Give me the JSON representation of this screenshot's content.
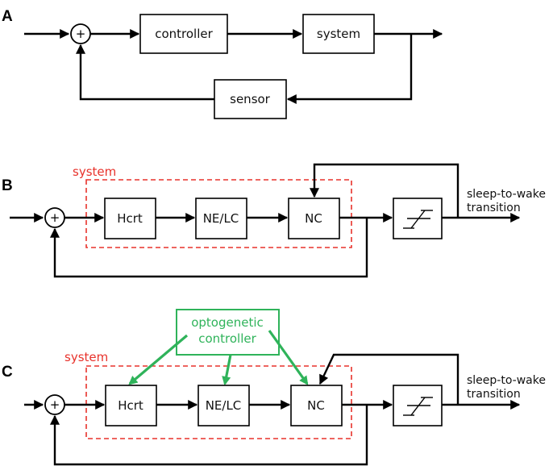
{
  "colors": {
    "system_outline": "#e8322b",
    "optogenetic": "#2fb35a",
    "line": "#000000"
  },
  "panel_a": {
    "label": "A",
    "summing_symbol": "+",
    "blocks": {
      "controller": "controller",
      "system": "system",
      "sensor": "sensor"
    }
  },
  "panel_b": {
    "label": "B",
    "summing_symbol": "+",
    "system_label": "system",
    "blocks": {
      "hcrt": "Hcrt",
      "ne_lc": "NE/LC",
      "nc": "NC"
    },
    "output_label_line1": "sleep-to-wake",
    "output_label_line2": "transition",
    "threshold_icon": "step-threshold-icon"
  },
  "panel_c": {
    "label": "C",
    "summing_symbol": "+",
    "system_label": "system",
    "blocks": {
      "hcrt": "Hcrt",
      "ne_lc": "NE/LC",
      "nc": "NC"
    },
    "optogenetic_line1": "optogenetic",
    "optogenetic_line2": "controller",
    "output_label_line1": "sleep-to-wake",
    "output_label_line2": "transition",
    "threshold_icon": "step-threshold-icon"
  }
}
